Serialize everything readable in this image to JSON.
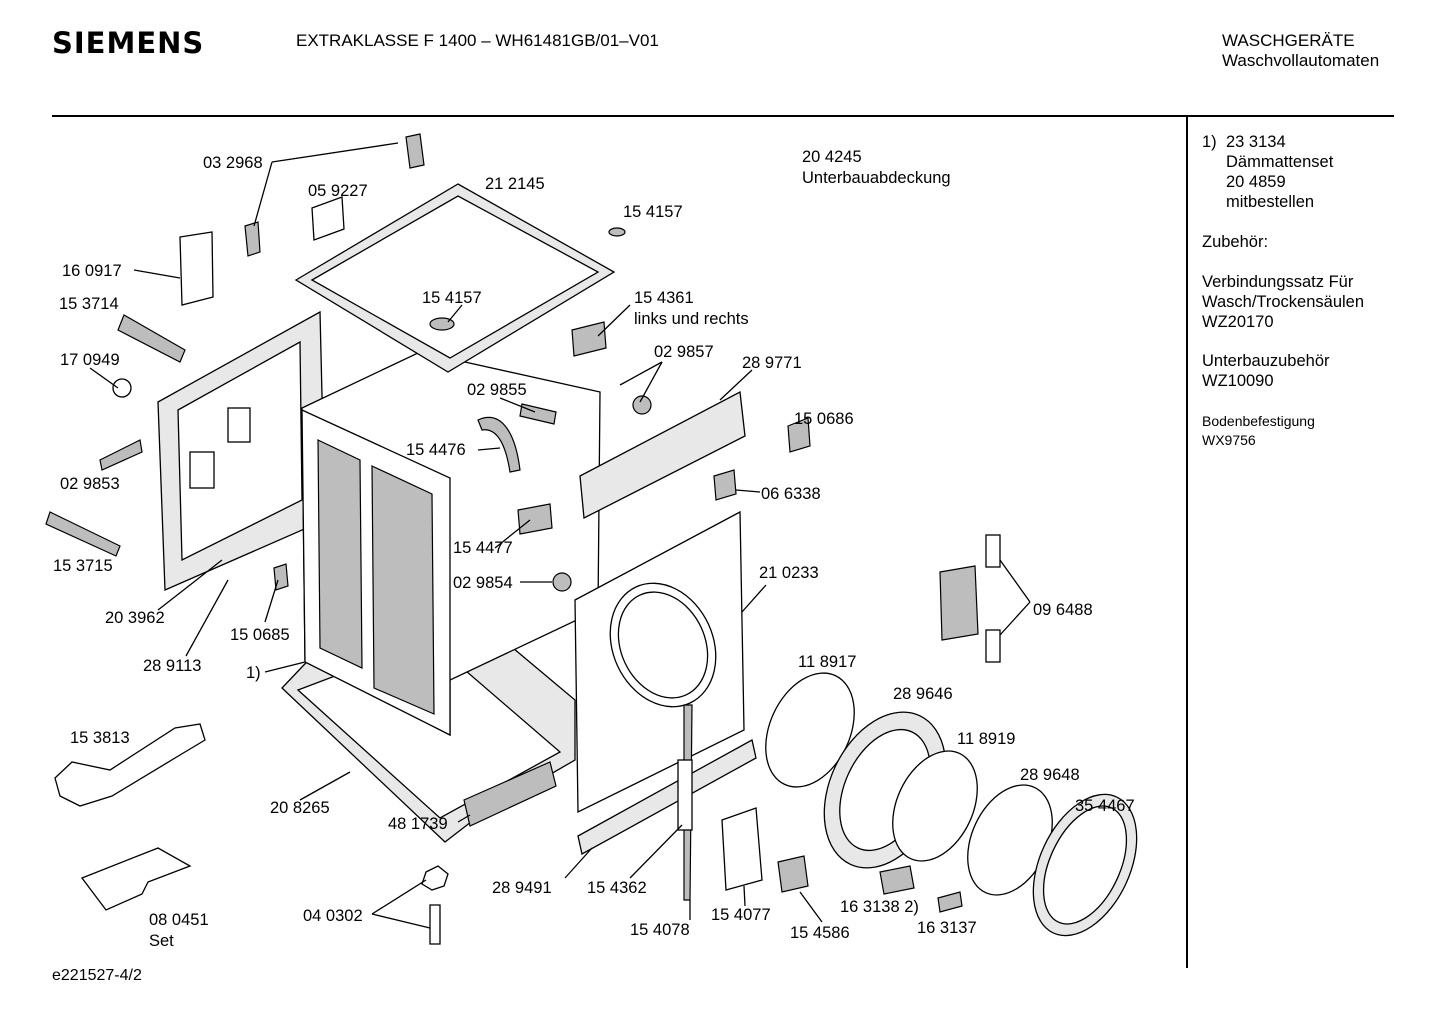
{
  "header": {
    "brand": "SIEMENS",
    "model": "EXTRAKLASSE F 1400 – WH61481GB/01–V01",
    "category_line1": "WASCHGERÄTE",
    "category_line2": "Waschvollautomaten"
  },
  "side_notes": {
    "note1_marker": "1)",
    "note1_number": "23 3134",
    "note1_line1": "Dämmattenset",
    "note1_line2": "20 4859",
    "note1_line3": "mitbestellen",
    "accessories_heading": "Zubehör:",
    "acc1_line1": "Verbindungssatz Für",
    "acc1_line2": "Wasch/Trockensäulen",
    "acc1_line3": "WZ20170",
    "acc2_line1": "Unterbauzubehör",
    "acc2_line2": "WZ10090",
    "acc3_line1": "Bodenbefestigung",
    "acc3_line2": "WX9756"
  },
  "part_labels": {
    "p032968": "03 2968",
    "p059227": "05 9227",
    "p212145": "21 2145",
    "p204245": "20 4245",
    "p204245_desc": "Unterbauabdeckung",
    "p154157a": "15 4157",
    "p160917": "16 0917",
    "p153714": "15 3714",
    "p154157b": "15 4157",
    "p154361": "15 4361",
    "p154361_desc": "links und rechts",
    "p170949": "17 0949",
    "p029857": "02 9857",
    "p289771": "28 9771",
    "p029855": "02 9855",
    "p150686": "15 0686",
    "p154476": "15 4476",
    "p029853": "02 9853",
    "p066338": "06 6338",
    "p153715": "15 3715",
    "p154477": "15 4477",
    "p210233": "21 0233",
    "p029854": "02 9854",
    "p203962": "20 3962",
    "p150685": "15 0685",
    "p096488": "09 6488",
    "p289113": "28 9113",
    "p_note1": "1)",
    "p118917": "11 8917",
    "p289646": "28 9646",
    "p153813": "15 3813",
    "p118919": "11 8919",
    "p289648": "28 9648",
    "p208265": "20 8265",
    "p354467": "35 4467",
    "p481739": "48 1739",
    "p289491": "28 9491",
    "p154362": "15 4362",
    "p163138": "16 3138 2)",
    "p080451": "08 0451",
    "p080451_desc": "Set",
    "p040302": "04 0302",
    "p154077": "15 4077",
    "p163137": "16 3137",
    "p154078": "15 4078",
    "p154586": "15 4586"
  },
  "footer": {
    "drawing_id": "e221527-4/2"
  }
}
